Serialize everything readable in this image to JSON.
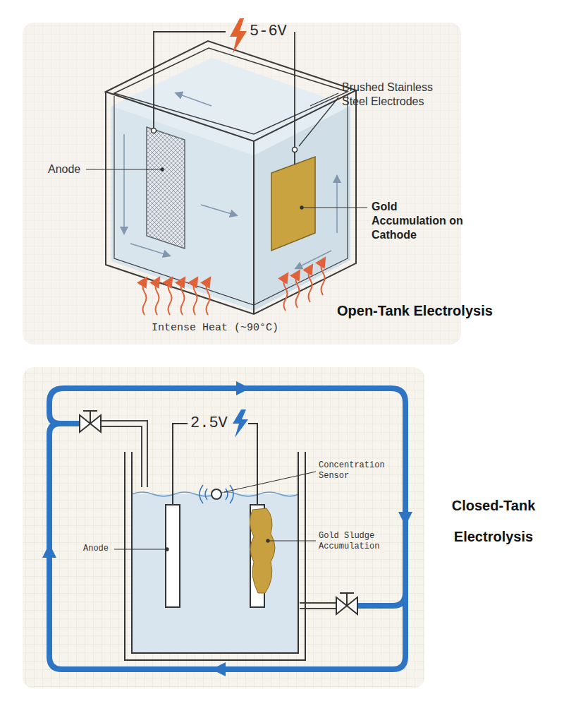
{
  "diagram": {
    "labels": [
      "5-6V",
      "Brushed Stainless Steel Electrodes",
      "Anode",
      "Gold Accumulation on Cathode",
      "Intense Heat (~90°C)",
      "Open-Tank Electrolysis",
      "2.5V",
      "Concentration Sensor",
      "Anode",
      "Gold Sludge Accumulation",
      "Closed-Tank Electrolysis"
    ]
  }
}
